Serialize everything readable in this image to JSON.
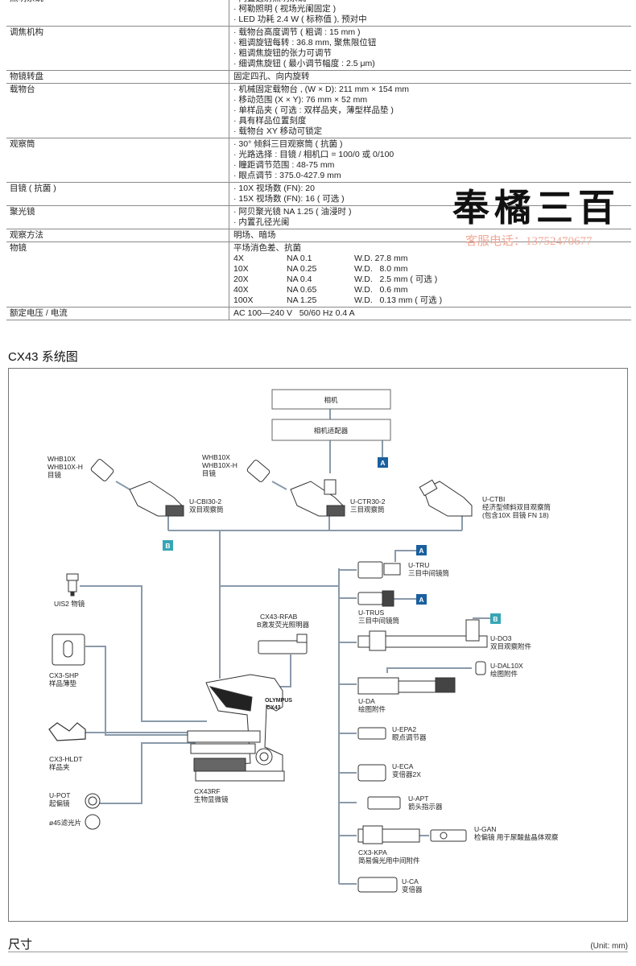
{
  "specs": [
    {
      "key": "照明系统",
      "lines": [
        "· 内置透射照明系统",
        "· 柯勒照明 ( 视场光阑固定 )",
        "· LED 功耗 2.4 W ( 标称值 ), 预对中"
      ]
    },
    {
      "key": "调焦机构",
      "lines": [
        "· 载物台高度调节 ( 粗调 : 15 mm )",
        "· 粗调旋钮每转 : 36.8 mm, 聚焦限位钮",
        "· 粗调焦旋钮的张力可调节",
        "· 细调焦旋钮 ( 最小调节幅度 : 2.5 μm)"
      ]
    },
    {
      "key": "物镜转盘",
      "lines": [
        "固定四孔、向内旋转"
      ]
    },
    {
      "key": "载物台",
      "lines": [
        "· 机械固定载物台 , (W × D): 211 mm × 154 mm",
        "· 移动范围 (X × Y): 76 mm × 52 mm",
        "· 单样品夹 ( 可选 : 双样品夹，薄型样品垫 )",
        "· 具有样品位置刻度",
        "· 载物台 XY 移动可锁定"
      ]
    },
    {
      "key": "观察筒",
      "lines": [
        "· 30° 倾斜三目观察筒 ( 抗菌 )",
        "· 光路选择 : 目镜 / 相机口 = 100/0 或 0/100",
        "· 瞳距调节范围 : 48-75 mm",
        "· 眼点调节 : 375.0-427.9 mm"
      ]
    },
    {
      "key": "目镜 ( 抗菌 )",
      "lines": [
        "· 10X 视场数 (FN): 20",
        "· 15X 视场数 (FN): 16 ( 可选 )"
      ]
    },
    {
      "key": "聚光镜",
      "lines": [
        "· 阿贝聚光镜 NA 1.25 ( 油浸时 )",
        "· 内置孔径光阑"
      ]
    },
    {
      "key": "观察方法",
      "lines": [
        "明场、暗场"
      ]
    },
    {
      "key": "物镜",
      "lines": [
        "平场消色差、抗菌"
      ],
      "objectives": [
        {
          "mag": "4X",
          "na": "NA 0.1",
          "wd": "W.D. 27.8 mm"
        },
        {
          "mag": "10X",
          "na": "NA 0.25",
          "wd": "W.D.   8.0 mm"
        },
        {
          "mag": "20X",
          "na": "NA 0.4",
          "wd": "W.D.   2.5 mm ( 可选 )"
        },
        {
          "mag": "40X",
          "na": "NA 0.65",
          "wd": "W.D.   0.6 mm"
        },
        {
          "mag": "100X",
          "na": "NA 1.25",
          "wd": "W.D.   0.13 mm ( 可选 )"
        }
      ]
    },
    {
      "key": "额定电压 / 电流",
      "lines": [
        "AC 100—240 V   50/60 Hz 0.4 A"
      ]
    }
  ],
  "watermark": {
    "brand": "奉橘三百",
    "phone": "客服电话：13752470677"
  },
  "diagram_title": "CX43 系统图",
  "dimensions_title": "尺寸",
  "unit_label": "(Unit: mm)",
  "labels": {
    "camera": "相机",
    "camera_adapter": "相机适配器",
    "badge_a": "A",
    "badge_b": "B",
    "eyepiece1": [
      "WHB10X",
      "WHB10X-H",
      "目镜"
    ],
    "eyepiece2": [
      "WHB10X",
      "WHB10X-H",
      "目镜"
    ],
    "ucbi": [
      "U-CBI30-2",
      "双目观察筒"
    ],
    "uctr": [
      "U-CTR30-2",
      "三目观察筒"
    ],
    "uctbi": [
      "U-CTBI",
      "经济型倾斜双目观察筒",
      "(包含10X 目镜 FN 18)"
    ],
    "utru": [
      "U-TRU",
      "三目中间镜筒"
    ],
    "utrus": [
      "U-TRUS",
      "三目中间镜筒"
    ],
    "rfab": [
      "CX43-RFAB",
      "B激发荧光照明器"
    ],
    "uis2": [
      "UIS2 物镜"
    ],
    "shp": [
      "CX3-SHP",
      "样品薄垫"
    ],
    "hldt": [
      "CX3-HLDT",
      "样品夹"
    ],
    "upot": [
      "U-POT",
      "起偏镜"
    ],
    "filter": [
      "ø45滤光片"
    ],
    "cx43rf": [
      "CX43RF",
      "生物显微镜"
    ],
    "udo3": [
      "U-DO3",
      "双目观察附件"
    ],
    "udal": [
      "U-DAL10X",
      "绘图附件"
    ],
    "uda": [
      "U-DA",
      "绘图附件"
    ],
    "uepa": [
      "U-EPA2",
      "眼点调节器"
    ],
    "ueca": [
      "U-ECA",
      "变倍器2X"
    ],
    "uapt": [
      "U-APT",
      "箭头指示器"
    ],
    "ugan": [
      "U-GAN",
      "检偏镜  用于尿酸盐晶体观察"
    ],
    "kpa": [
      "CX3-KPA",
      "简易偏光用中间附件"
    ],
    "uca": [
      "U-CA",
      "变倍器"
    ],
    "scope_brand": [
      "OLYMPUS",
      "CX43"
    ]
  },
  "colors": {
    "badge_a": "#1a5f9e",
    "badge_b": "#36a5b4",
    "connector": "#8a9aaa"
  }
}
